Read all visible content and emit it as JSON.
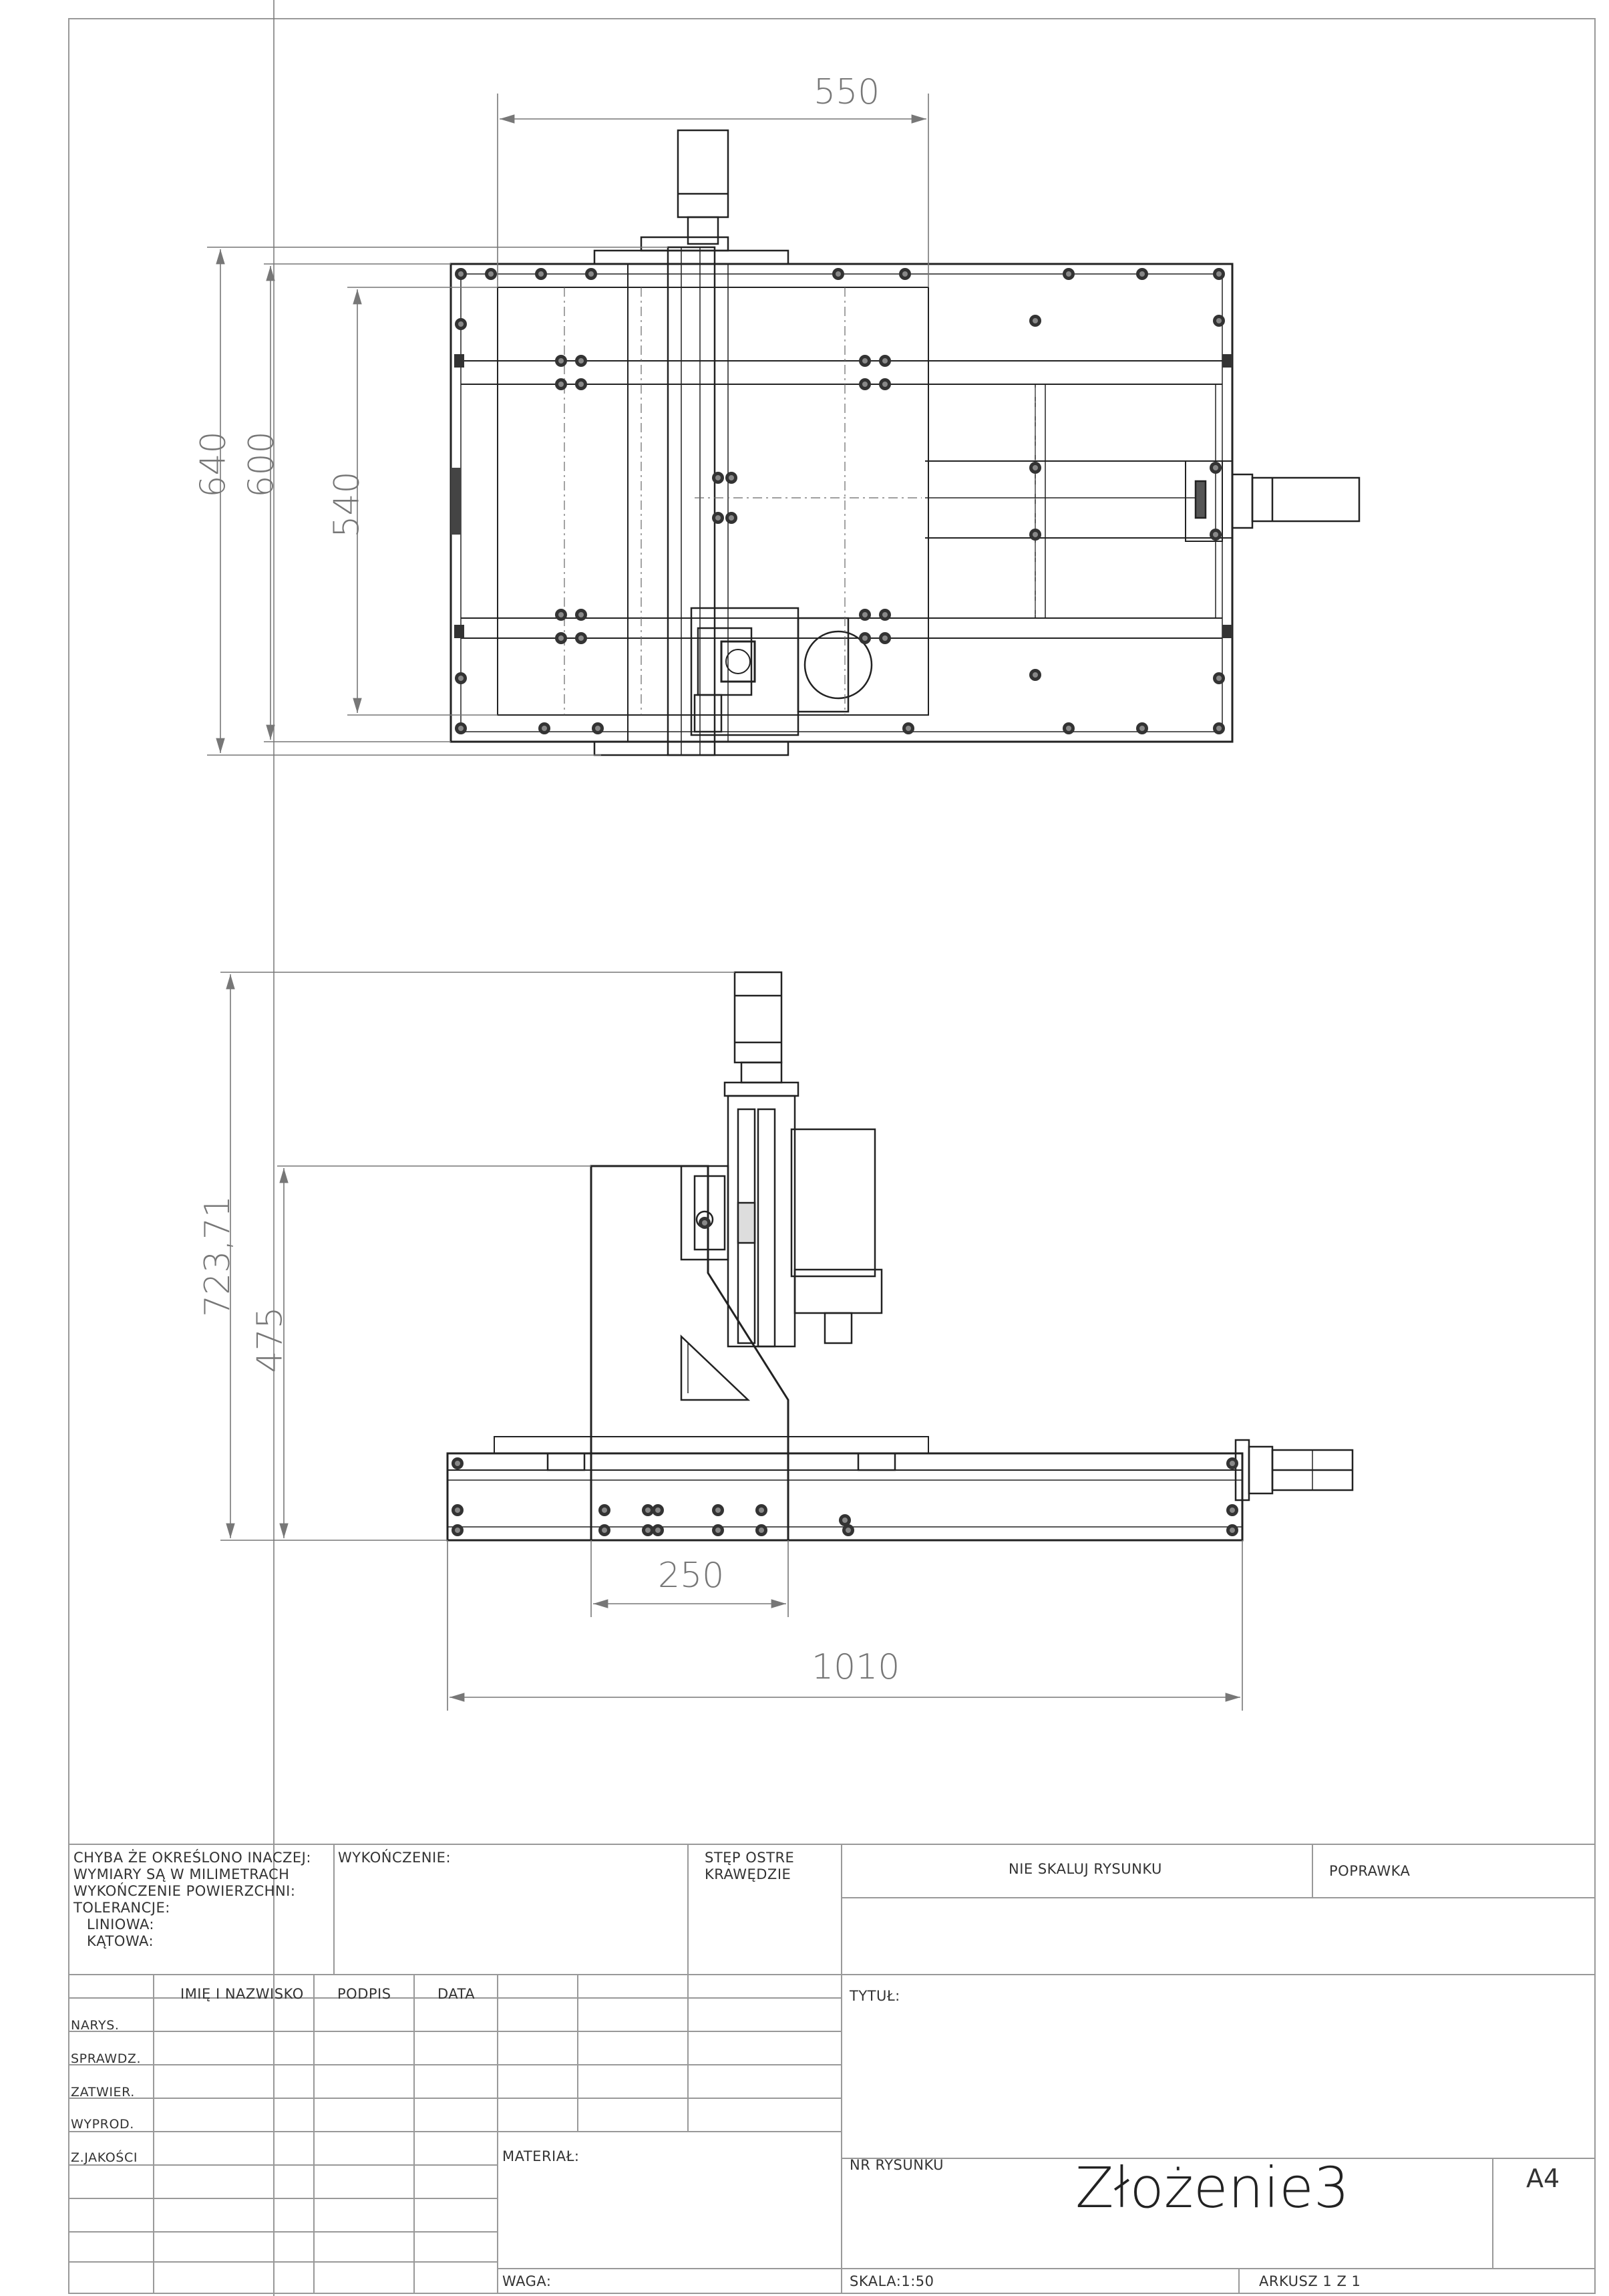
{
  "dimensions": {
    "top_width": "550",
    "top_h_640": "640",
    "top_h_600": "600",
    "top_h_540": "540",
    "side_h_723": "723,71",
    "side_h_475": "475",
    "side_w_250": "250",
    "side_w_1010": "1010"
  },
  "title_block": {
    "general_notes": [
      "CHYBA ŻE OKREŚLONO INACZEJ:",
      "WYMIARY SĄ W MILIMETRACH",
      "WYKOŃCZENIE POWIERZCHNI:",
      "TOLERANCJE:",
      "LINIOWA:",
      "KĄTOWA:"
    ],
    "finish_label": "WYKOŃCZENIE:",
    "edges_label": [
      "STĘP OSTRE",
      "KRAWĘDZIE"
    ],
    "no_scale_label": "NIE SKALUJ RYSUNKU",
    "revision_label": "POPRAWKA",
    "col_name": "IMIĘ I NAZWISKO",
    "col_sign": "PODPIS",
    "col_date": "DATA",
    "rows": [
      "NARYS.",
      "SPRAWDZ.",
      "ZATWIER.",
      "WYPROD.",
      "Z.JAKOŚCI"
    ],
    "title_label": "TYTUŁ:",
    "material_label": "MATERIAŁ:",
    "drawing_no_label": "NR RYSUNKU",
    "drawing_title": "Złożenie3",
    "sheet_size": "A4",
    "weight_label": "WAGA:",
    "scale": "SKALA:1:50",
    "sheet": "ARKUSZ 1 Z 1"
  }
}
